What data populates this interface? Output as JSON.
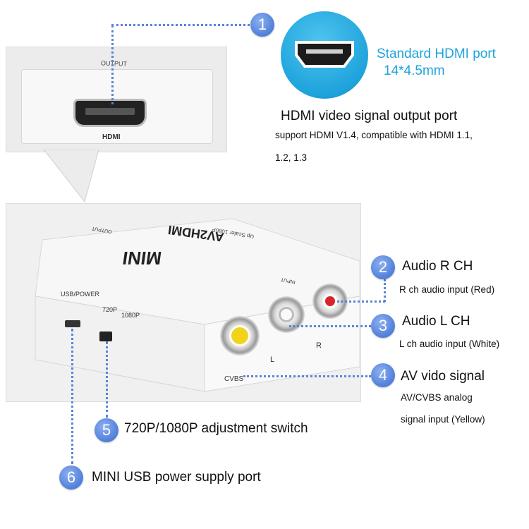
{
  "callouts": [
    {
      "num": "1",
      "title": "HDMI video signal output port",
      "desc_lines": [
        "support HDMI V1.4, compatible with HDMI 1.1,",
        "1.2, 1.3"
      ]
    },
    {
      "num": "2",
      "title": "Audio R CH",
      "desc_lines": [
        "R ch audio input (Red)"
      ]
    },
    {
      "num": "3",
      "title": "Audio L CH",
      "desc_lines": [
        "L ch audio input (White)"
      ]
    },
    {
      "num": "4",
      "title": "AV vido signal",
      "desc_lines": [
        "AV/CVBS analog",
        "signal input (Yellow)"
      ]
    },
    {
      "num": "5",
      "title": "720P/1080P adjustment switch"
    },
    {
      "num": "6",
      "title": "MINI USB power supply port"
    }
  ],
  "hdmi_badge": {
    "line1": "Standard HDMI port",
    "line2": "14*4.5mm"
  },
  "device": {
    "output_label": "OUTPUT",
    "hdmi_label": "HDMI",
    "brand": "MINI",
    "model": "AV2HDMI",
    "subtitle": "Up Scaler 1080P",
    "input_label": "INPUT",
    "usb_label": "USB/POWER",
    "switch_720": "720P",
    "switch_1080": "1080P",
    "port_l": "L",
    "port_r": "R",
    "port_cvbs": "CVBS"
  },
  "colors": {
    "accent": "#4f7fd9",
    "cyan": "#1ea3dc",
    "red": "#d8242a",
    "yellow": "#f2d31a"
  }
}
